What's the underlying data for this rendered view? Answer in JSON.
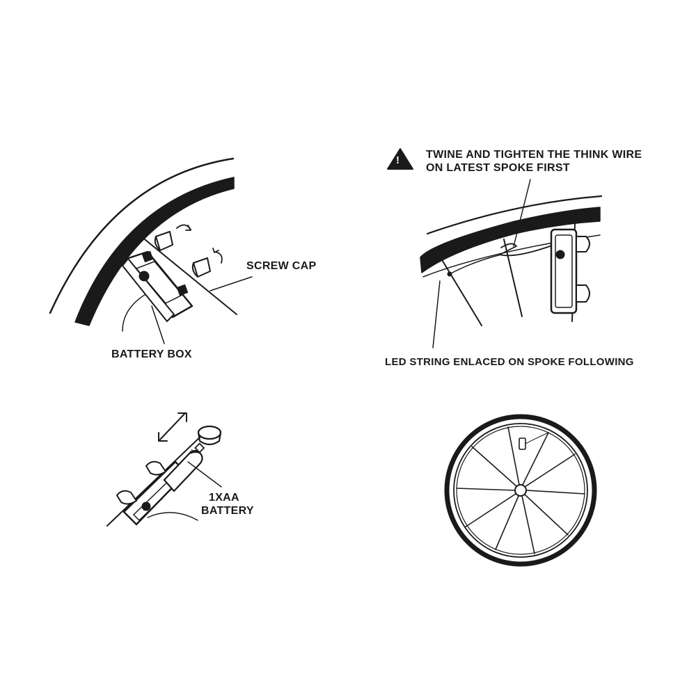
{
  "labels": {
    "screw_cap": "SCREW CAP",
    "battery_box": "BATTERY BOX",
    "warning_line1": "TWINE AND TIGHTEN THE THINK WIRE",
    "warning_line2": "ON LATEST SPOKE FIRST",
    "led_string": "LED  STRING  ENLACED ON SPOKE FOLLOWING",
    "battery_line1": "1XAA",
    "battery_line2": "BATTERY",
    "plus_sign": "+",
    "warning_mark": "!"
  },
  "colors": {
    "ink": "#1a1a1a",
    "paper": "#ffffff"
  }
}
